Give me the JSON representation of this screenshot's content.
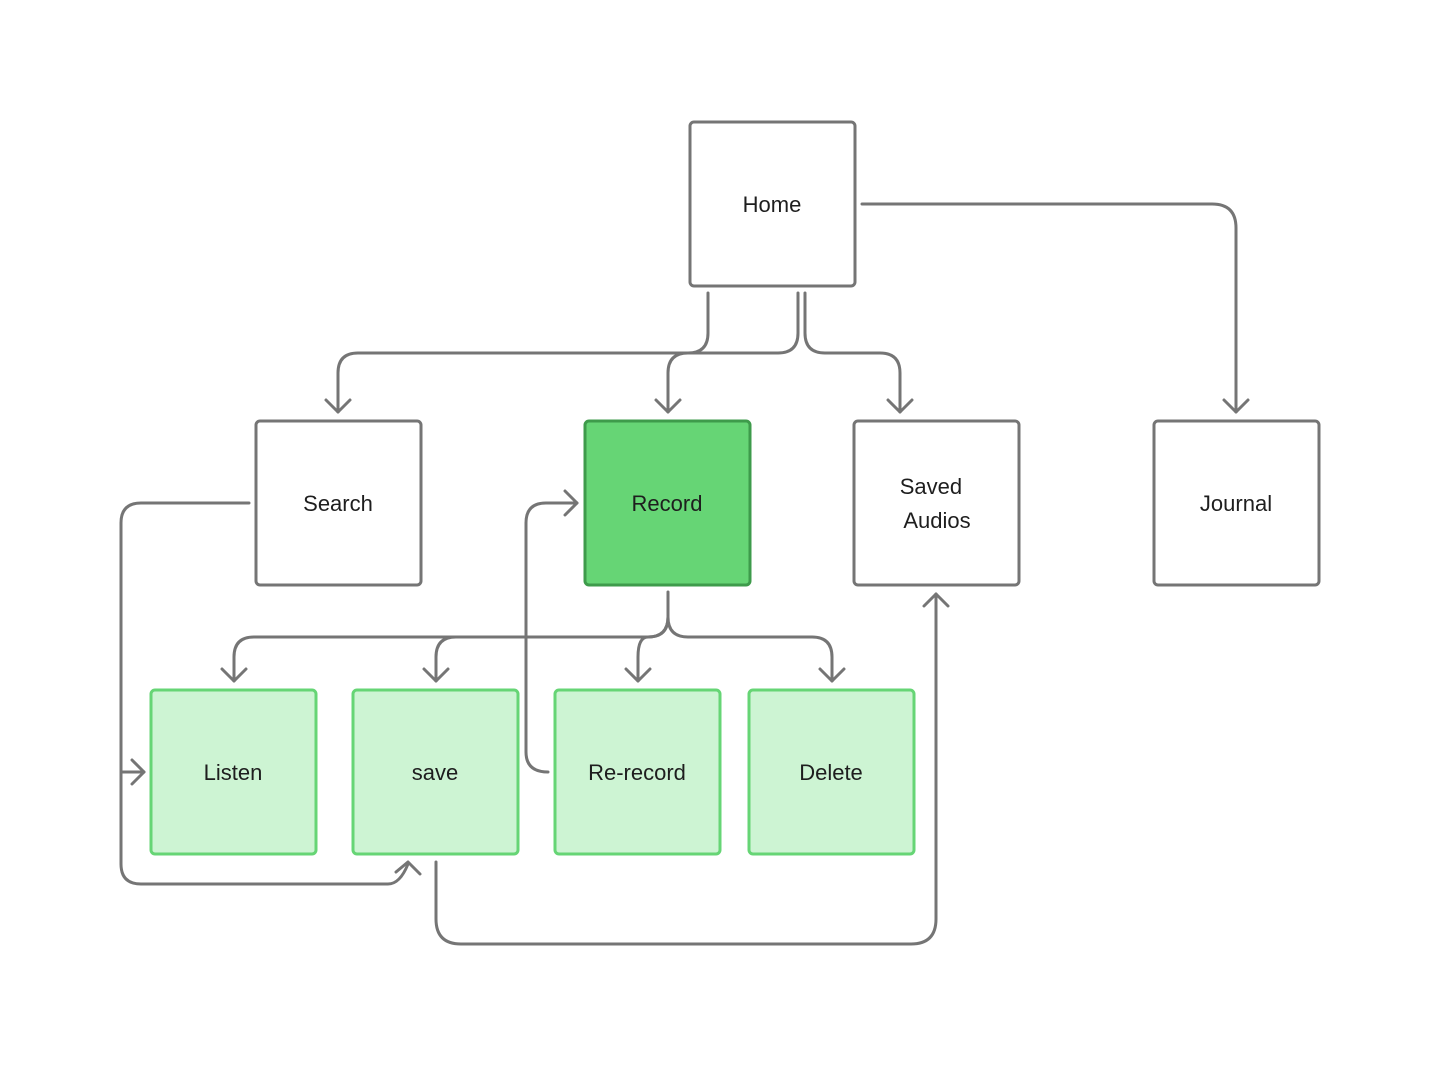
{
  "colors": {
    "connector": "#757575",
    "plain_fill": "#ffffff",
    "plain_stroke": "#757575",
    "primary_fill": "#66d575",
    "primary_stroke": "#3e9b4b",
    "secondary_fill": "#cdf4d3",
    "secondary_stroke": "#66d575",
    "text": "#1e1e1e"
  },
  "nodes": {
    "home": {
      "label": "Home",
      "style": "plain"
    },
    "search": {
      "label": "Search",
      "style": "plain"
    },
    "record": {
      "label": "Record",
      "style": "primary"
    },
    "saved": {
      "label_line1": "Saved",
      "label_line2": "Audios",
      "style": "plain"
    },
    "journal": {
      "label": "Journal",
      "style": "plain"
    },
    "listen": {
      "label": "Listen",
      "style": "secondary"
    },
    "save": {
      "label": "save",
      "style": "secondary"
    },
    "rerecord": {
      "label": "Re-record",
      "style": "secondary"
    },
    "delete": {
      "label": "Delete",
      "style": "secondary"
    }
  },
  "edges": [
    {
      "from": "home",
      "to": "search"
    },
    {
      "from": "home",
      "to": "record"
    },
    {
      "from": "home",
      "to": "saved"
    },
    {
      "from": "home",
      "to": "journal"
    },
    {
      "from": "search",
      "to": "listen"
    },
    {
      "from": "search",
      "to": "save"
    },
    {
      "from": "record",
      "to": "listen"
    },
    {
      "from": "record",
      "to": "save"
    },
    {
      "from": "record",
      "to": "rerecord"
    },
    {
      "from": "record",
      "to": "delete"
    },
    {
      "from": "rerecord",
      "to": "record"
    },
    {
      "from": "save",
      "to": "saved"
    }
  ]
}
